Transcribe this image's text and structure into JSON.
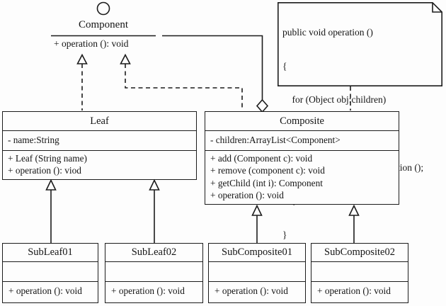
{
  "colors": {
    "ink": "#1c1c1c",
    "paper": "#fdfdfd"
  },
  "icons": {
    "interface_lollipop": "hollow-circle",
    "realization_arrowhead": "hollow-triangle-up-dashed-line",
    "generalization_arrowhead": "hollow-triangle-up-solid-line",
    "aggregation_marker": "hollow-diamond",
    "note_fold": "dog-ear-top-right"
  },
  "interface": {
    "name": "Component",
    "operation": "+ operation (): void"
  },
  "note": {
    "code_lines": [
      "public void operation ()",
      "{",
      "    for (Object obj:children)",
      "    {",
      "        ((Component) obj).operation ();",
      "    }",
      "}"
    ]
  },
  "classes": {
    "leaf": {
      "title": "Leaf",
      "attributes": [
        "- name:String"
      ],
      "methods": [
        "+ Leaf (String name)",
        "+ operation (): viod"
      ]
    },
    "composite": {
      "title": "Composite",
      "attributes": [
        "- children:ArrayList<Component>"
      ],
      "methods": [
        "+ add (Component c): void",
        "+ remove (component c): void",
        "+ getChild (int i): Component",
        "+ operation (): void"
      ]
    },
    "subleaf01": {
      "title": "SubLeaf01",
      "methods": [
        "+ operation (): void"
      ]
    },
    "subleaf02": {
      "title": "SubLeaf02",
      "methods": [
        "+ operation (): void"
      ]
    },
    "subcomposite01": {
      "title": "SubComposite01",
      "methods": [
        "+ operation (): void"
      ]
    },
    "subcomposite02": {
      "title": "SubComposite02",
      "methods": [
        "+ operation (): void"
      ]
    }
  }
}
